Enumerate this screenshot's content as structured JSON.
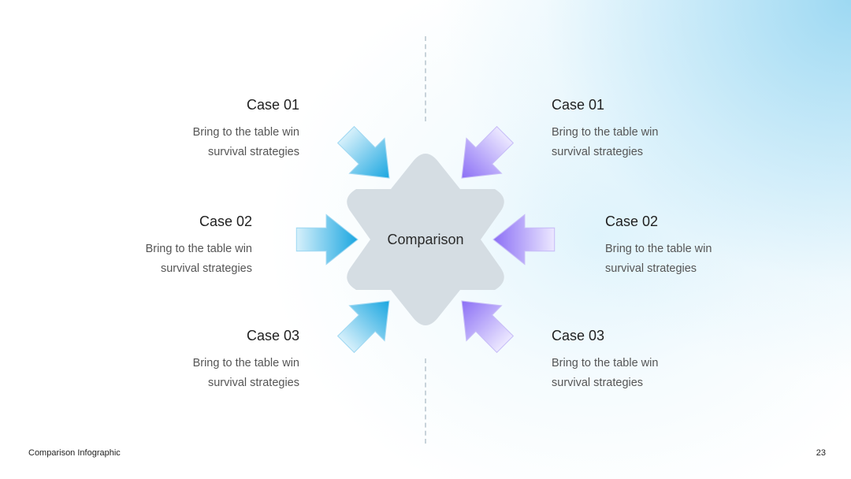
{
  "center": {
    "label": "Comparison"
  },
  "cases_left": [
    {
      "title": "Case 01",
      "line1": "Bring to the table win",
      "line2": "survival strategies"
    },
    {
      "title": "Case 02",
      "line1": "Bring to the table win",
      "line2": "survival strategies"
    },
    {
      "title": "Case 03",
      "line1": "Bring to the table win",
      "line2": "survival strategies"
    }
  ],
  "cases_right": [
    {
      "title": "Case 01",
      "line1": "Bring to the table win",
      "line2": "survival strategies"
    },
    {
      "title": "Case 02",
      "line1": "Bring to the table win",
      "line2": "survival strategies"
    },
    {
      "title": "Case 03",
      "line1": "Bring to the table win",
      "line2": "survival strategies"
    }
  ],
  "footer": {
    "title": "Comparison Infographic",
    "page": "23"
  },
  "colors": {
    "left_arrow_dark": "#1aa6e0",
    "left_arrow_light": "#d6f0fb",
    "right_arrow_dark": "#8b6ff5",
    "right_arrow_light": "#ece8ff",
    "star_fill": "#d5dde3"
  }
}
